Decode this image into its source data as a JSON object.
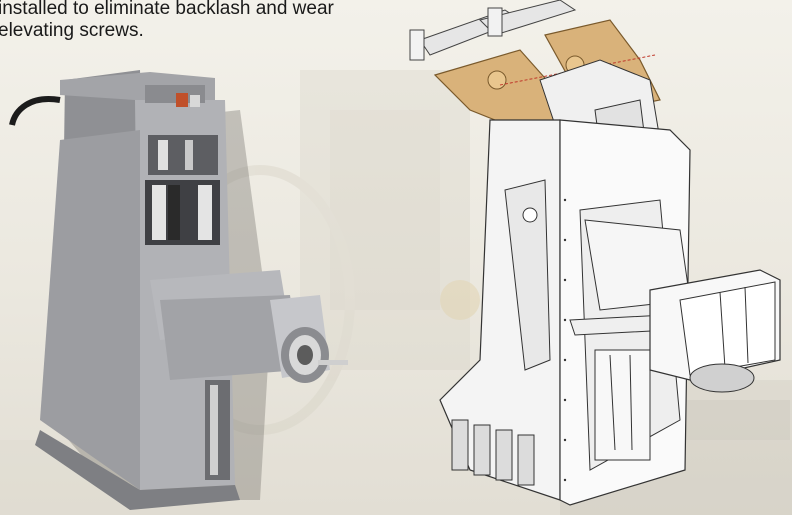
{
  "caption": {
    "line1": "installed to eliminate backlash and wear",
    "line2": "elevating screws."
  },
  "figures": {
    "left": "photo-of-vertical-column-with-spindle-head",
    "right": "cutaway-render-of-column-with-elevating-screws"
  },
  "colors": {
    "background": "#efece4",
    "casting_gray": "#a9aaad",
    "render_white": "#f4f4f4",
    "tan_brackets": "#d9b27a"
  }
}
